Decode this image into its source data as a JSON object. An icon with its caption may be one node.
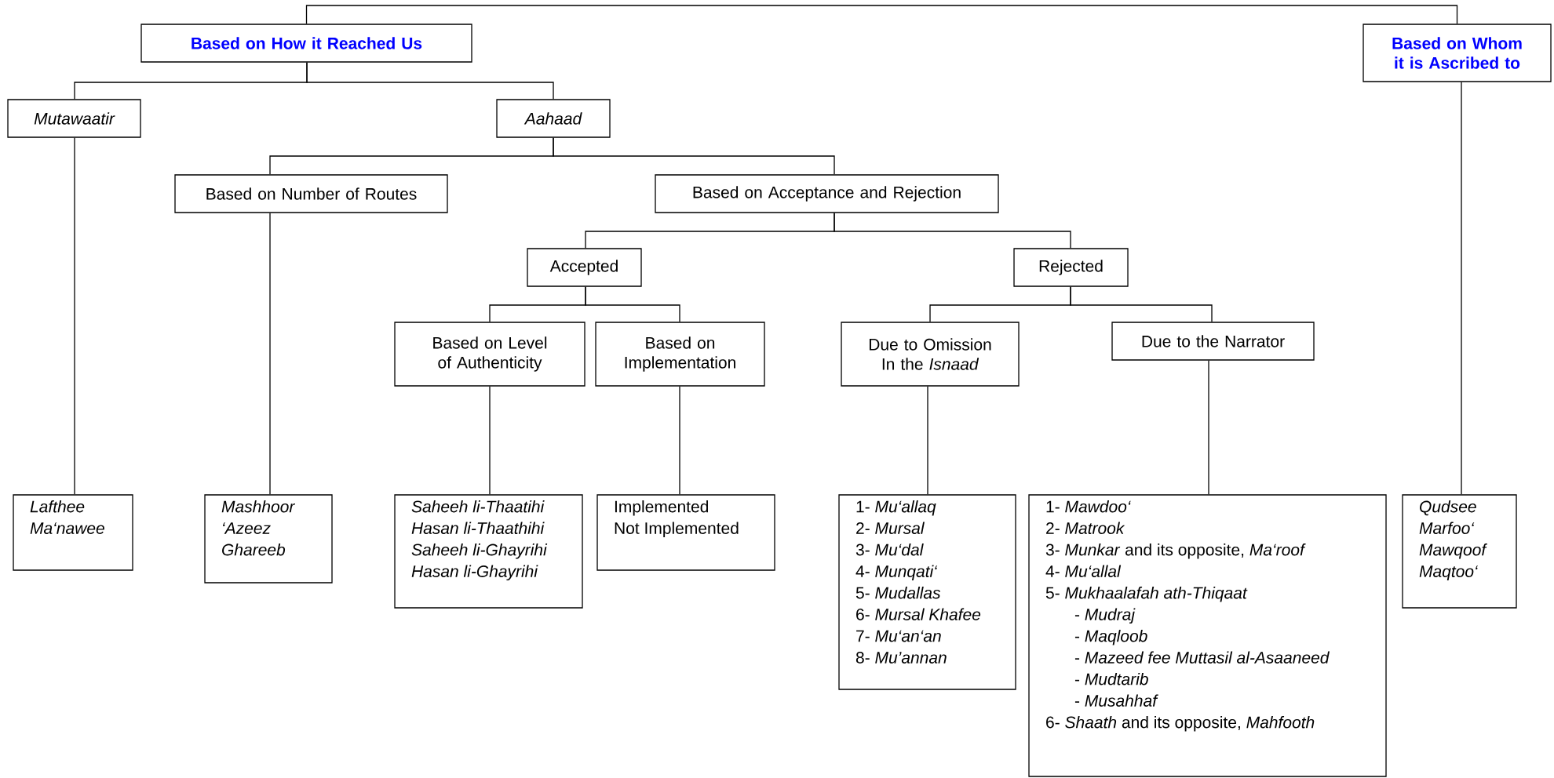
{
  "diagram": {
    "nodes": [
      {
        "text": [
          "Based on How it Reached Us"
        ]
      },
      {
        "text": [
          "Based on Whom it is Ascribed to"
        ]
      },
      {
        "text": [
          "Mutawaatir"
        ]
      },
      {
        "text": [
          "Aahaad"
        ]
      },
      {
        "text": [
          "Based on Number of Routes"
        ]
      },
      {
        "text": [
          "Based on Acceptance and Rejection"
        ]
      },
      {
        "text": [
          "Accepted"
        ]
      },
      {
        "text": [
          "Rejected"
        ]
      },
      {
        "text": [
          "Based on Level of Authenticity"
        ]
      },
      {
        "text": [
          "Based on Implementation"
        ]
      },
      {
        "text": [
          "Due to Omission In the *Isnaad*"
        ]
      },
      {
        "text": [
          "Due to the Narrator"
        ]
      },
      {
        "text": [
          "Lafthee",
          "Ma‘nawee"
        ]
      },
      {
        "text": [
          "Mashhoor",
          "‘Azeez",
          "Ghareeb"
        ]
      },
      {
        "text": [
          "Saheeh li-Thaatihi",
          "Hasan li-Thaathihi",
          "Saheeh li-Ghayrihi",
          "Hasan li-Ghayrihi"
        ]
      },
      {
        "text": [
          "Implemented",
          "Not Implemented"
        ]
      },
      {
        "text": [
          "1- *Mu‘allaq*",
          "2- *Mursal*",
          "3- *Mu‘dal*",
          "4- *Munqati‘*",
          "5- *Mudallas*",
          "6- *Mursal Khafee*",
          "7- *Mu‘an‘an*",
          "8- *Mu’annan*"
        ]
      },
      {
        "text": [
          "1- *Mawdoo‘*",
          "2- *Matrook*",
          "3- *Munkar* and its opposite, *Ma‘roof*",
          "4- *Mu‘allal*",
          "5- *Mukhaalafah ath-Thiqaat*",
          "- *Mudraj*",
          "- *Maqloob*",
          "- *Mazeed fee Muttasil al-Asaaneed*",
          "- *Mudtarib*",
          "- *Musahhaf*",
          "6- *Shaath* and its opposite, *Mahfooth*"
        ]
      },
      {
        "text": [
          "Qudsee",
          "Marfoo‘",
          "Mawqoof",
          "Maqtoo‘"
        ]
      }
    ],
    "edges": [
      {
        "from": 0,
        "to": 1,
        "arrow": "none"
      },
      {
        "from": 0,
        "to": 2,
        "arrow": "none"
      },
      {
        "from": 0,
        "to": 3,
        "arrow": "none"
      },
      {
        "from": 3,
        "to": 4,
        "arrow": "none"
      },
      {
        "from": 3,
        "to": 5,
        "arrow": "none"
      },
      {
        "from": 5,
        "to": 6,
        "arrow": "none"
      },
      {
        "from": 5,
        "to": 7,
        "arrow": "none"
      },
      {
        "from": 6,
        "to": 8,
        "arrow": "none"
      },
      {
        "from": 6,
        "to": 9,
        "arrow": "none"
      },
      {
        "from": 7,
        "to": 10,
        "arrow": "none"
      },
      {
        "from": 7,
        "to": 11,
        "arrow": "none"
      },
      {
        "from": 2,
        "to": 12,
        "arrow": "none"
      },
      {
        "from": 4,
        "to": 13,
        "arrow": "none"
      },
      {
        "from": 8,
        "to": 14,
        "arrow": "none"
      },
      {
        "from": 9,
        "to": 15,
        "arrow": "none"
      },
      {
        "from": 10,
        "to": 16,
        "arrow": "none"
      },
      {
        "from": 11,
        "to": 17,
        "arrow": "none"
      },
      {
        "from": 1,
        "to": 18,
        "arrow": "none"
      }
    ]
  }
}
